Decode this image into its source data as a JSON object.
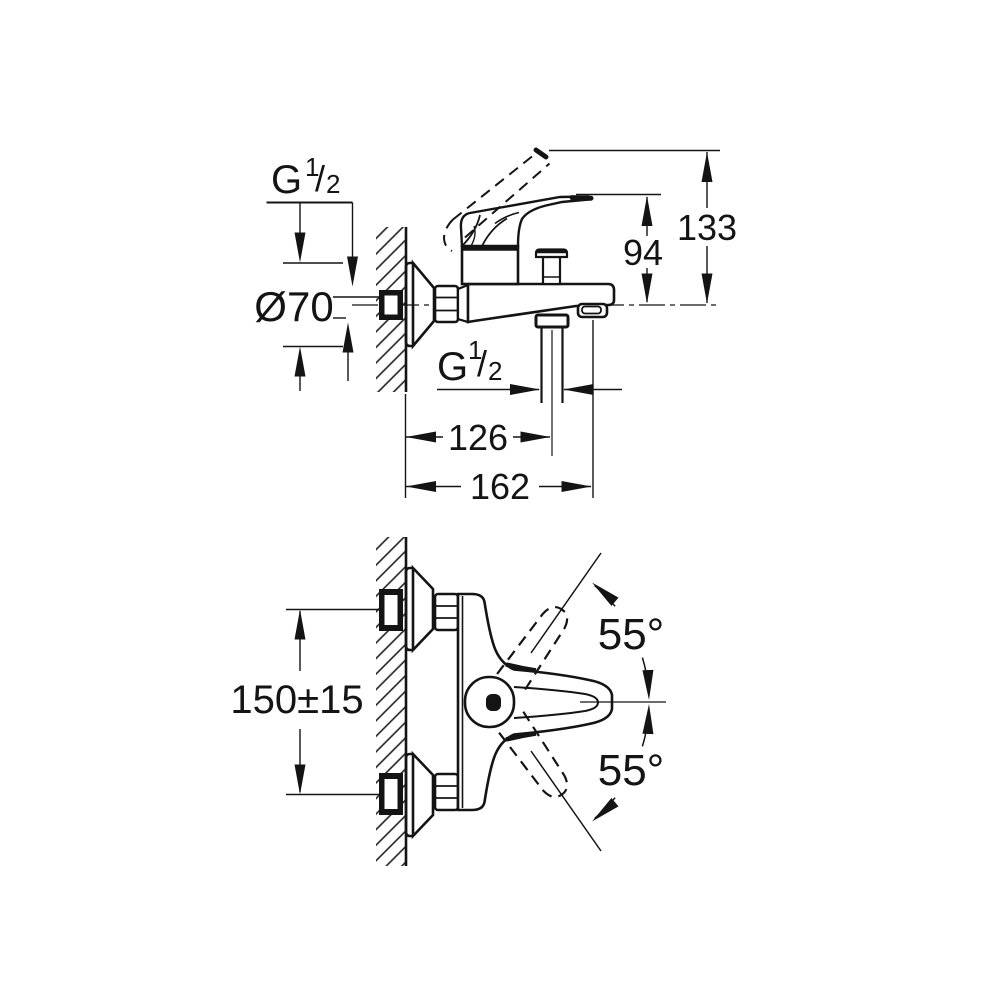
{
  "page": {
    "background": "#ffffff",
    "ink_color": "#141414",
    "description": "Bath mixer faucet technical dimension drawing, side view and front view"
  },
  "top_view": {
    "thread_wall": {
      "base": "G",
      "sup": "1",
      "slash": "/",
      "sub": "2"
    },
    "escutcheon_diameter": "Ø70",
    "handle_height": "94",
    "total_height": "133",
    "thread_shower": {
      "base": "G",
      "sup": "1",
      "slash": "/",
      "sub": "2"
    },
    "depth_to_shower_outlet": "126",
    "depth_to_spout_outlet": "162"
  },
  "bottom_view": {
    "connection_spacing": "150±15",
    "handle_angle_up": "55°",
    "handle_angle_down": "55°"
  }
}
